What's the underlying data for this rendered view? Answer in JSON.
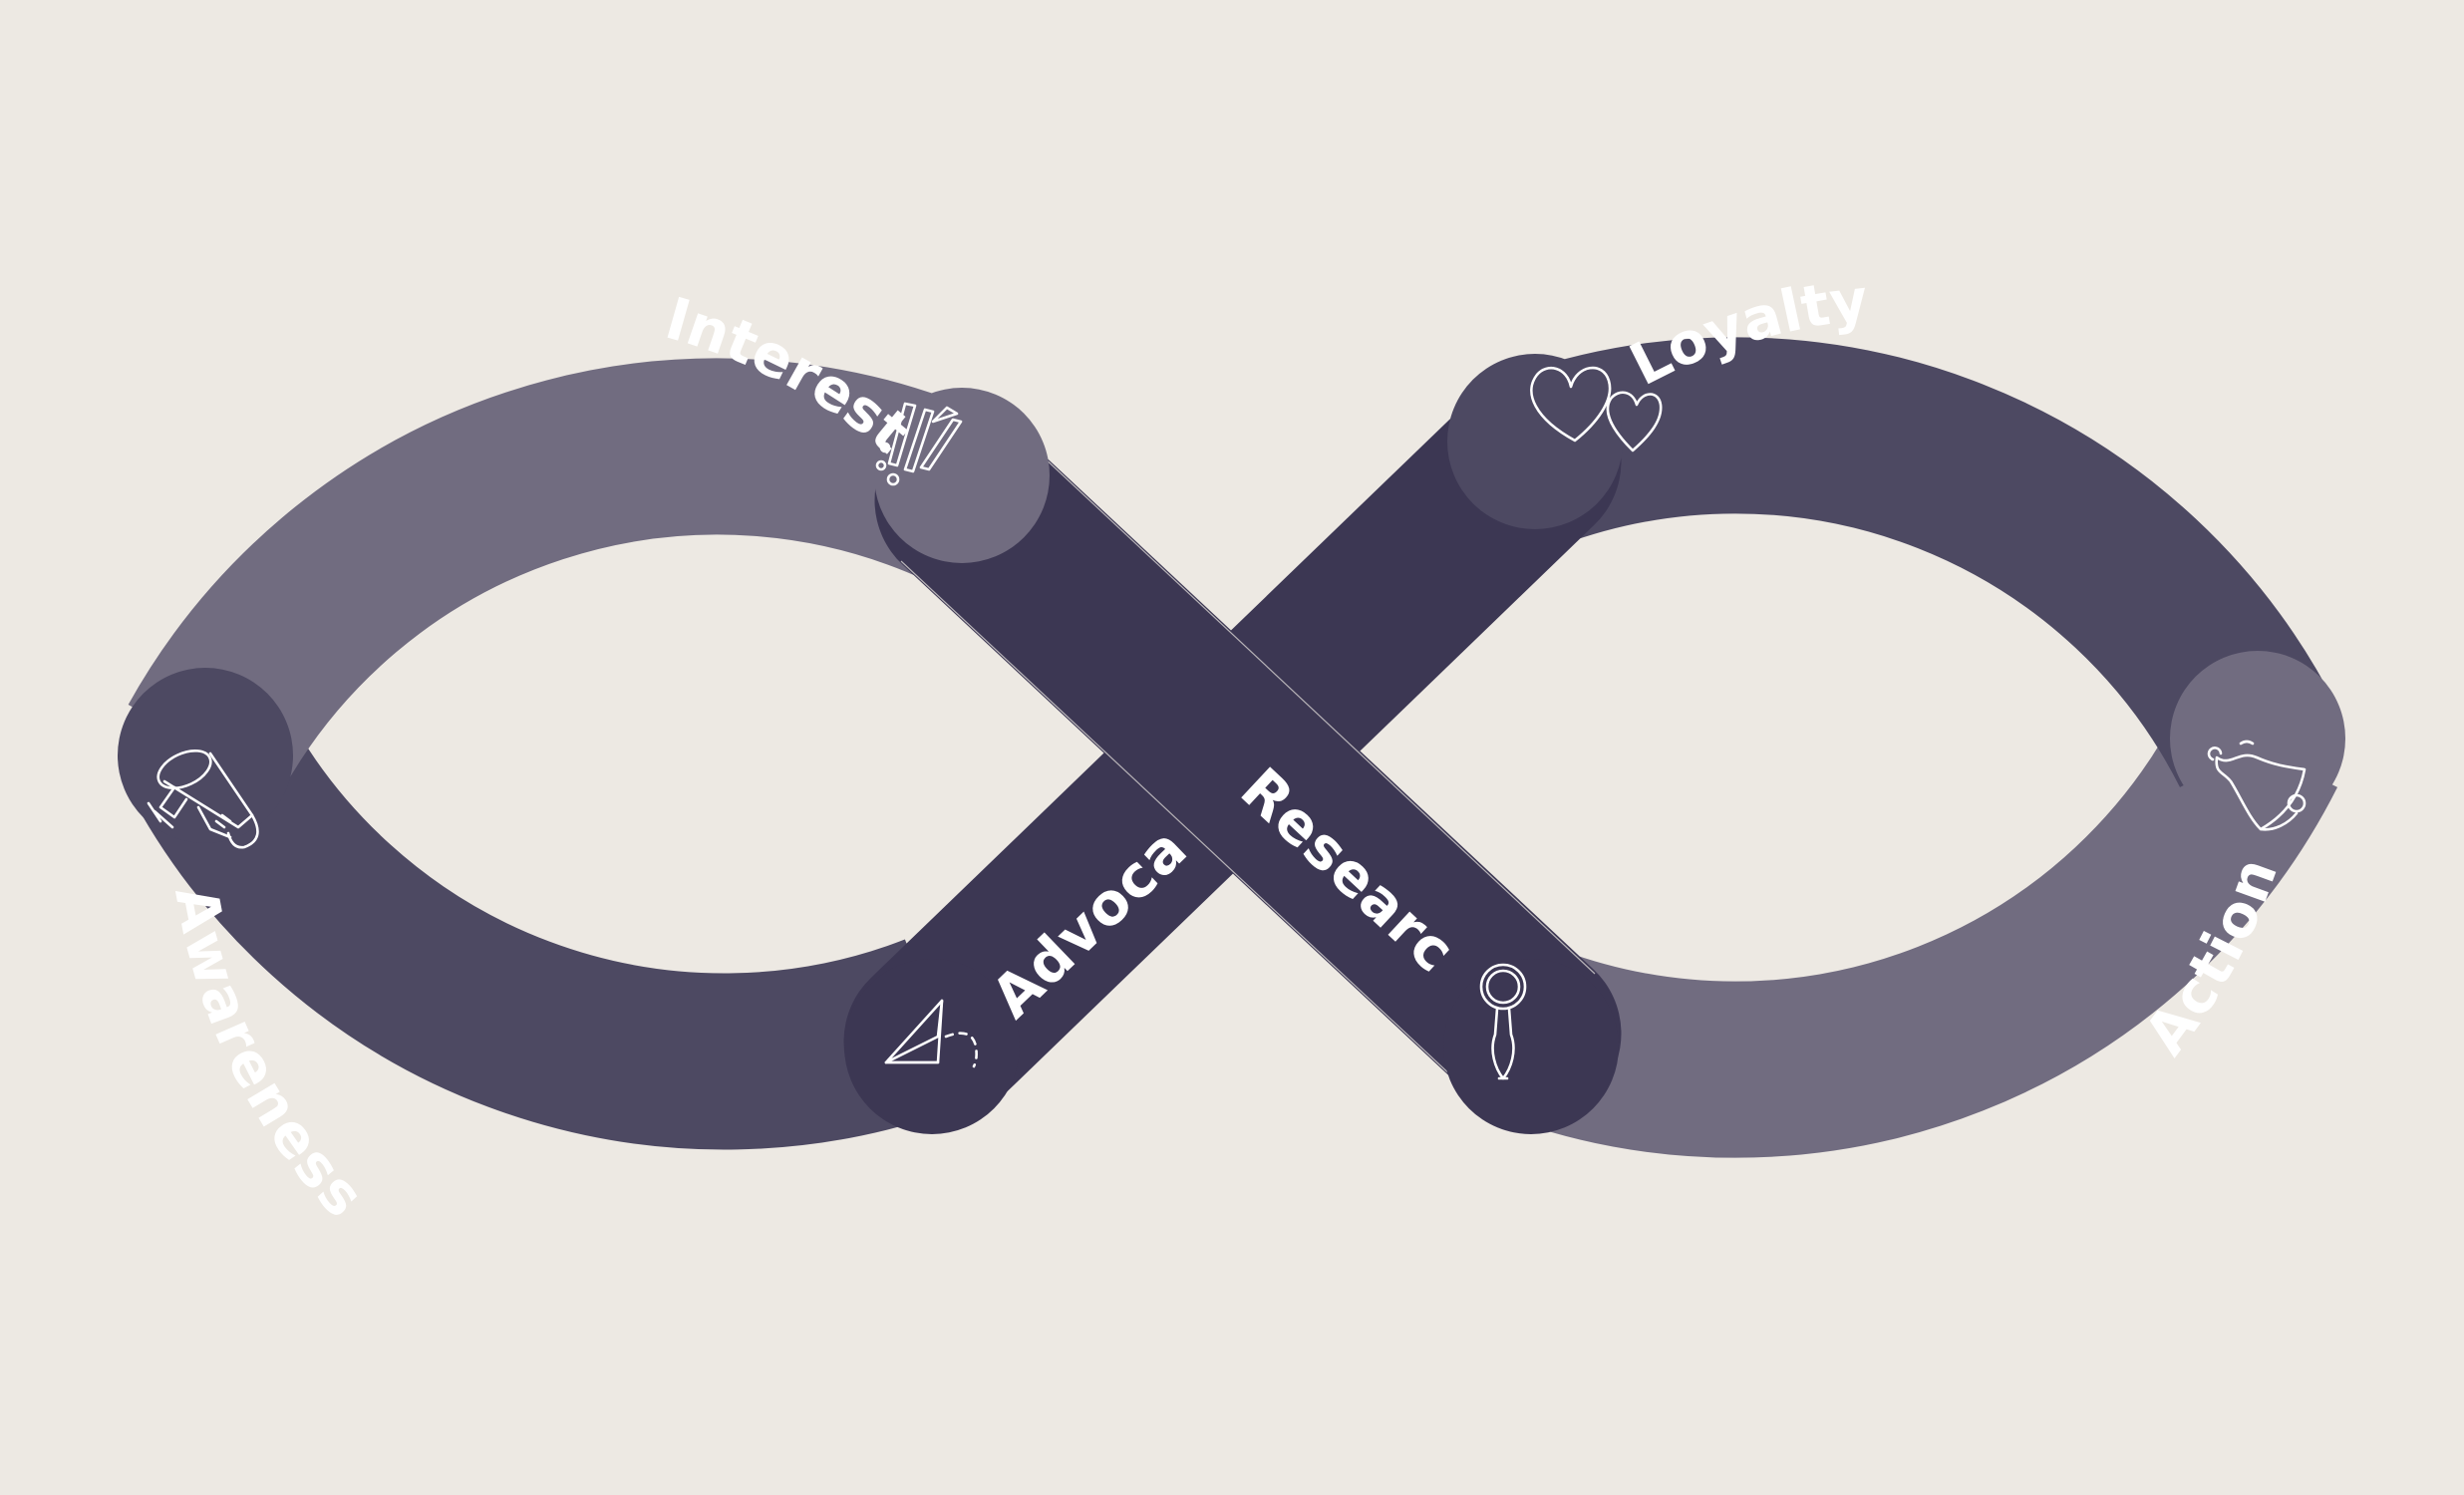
{
  "diagram": {
    "stages": [
      {
        "key": "awareness",
        "label": "Awareness",
        "icon": "megaphone-icon"
      },
      {
        "key": "interest",
        "label": "Interest",
        "icon": "sparkle-lines-icon"
      },
      {
        "key": "research",
        "label": "Research",
        "icon": "magnifying-glass-icon"
      },
      {
        "key": "action",
        "label": "Action",
        "icon": "bell-icon"
      },
      {
        "key": "loyalty",
        "label": "Loyalty",
        "icon": "hearts-icon"
      },
      {
        "key": "advocacy",
        "label": "Advocacy",
        "icon": "paper-plane-icon"
      }
    ],
    "colors": {
      "background": "#ede9e3",
      "dark": "#3c3753",
      "medium": "#4d4962",
      "light": "#716c80",
      "text": "#ffffff"
    }
  }
}
